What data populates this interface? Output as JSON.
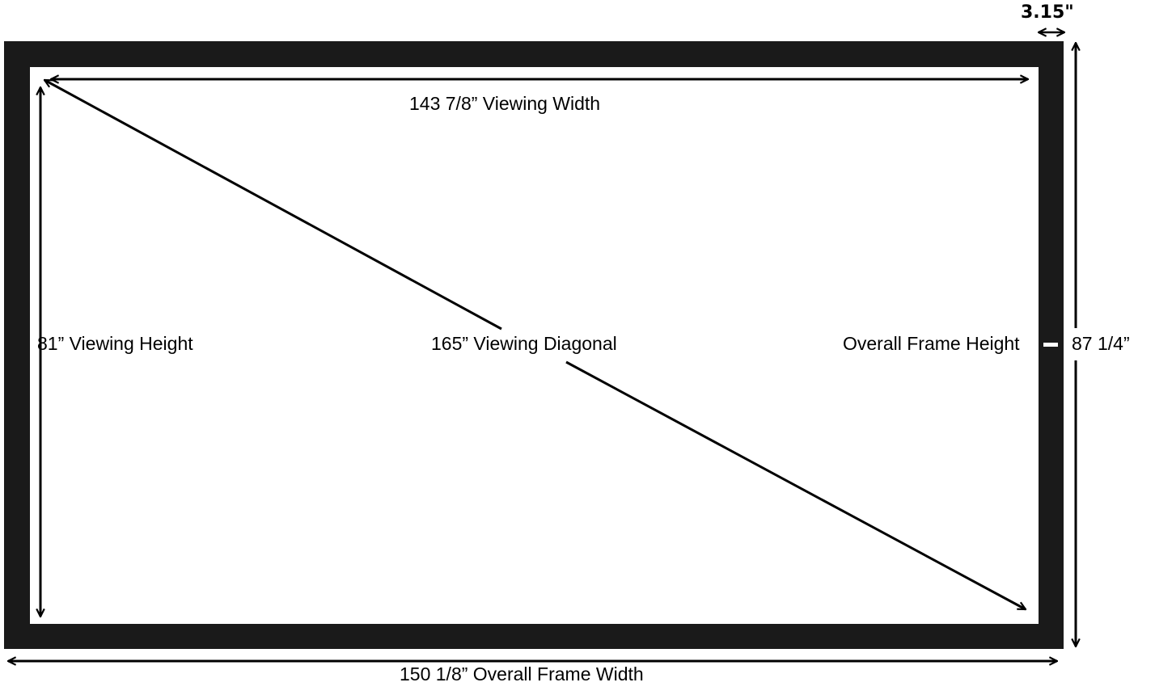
{
  "labels": {
    "frame_border": "3.15\"",
    "viewing_width": "143 7/8” Viewing Width",
    "viewing_height": "81” Viewing Height",
    "viewing_diagonal": "165” Viewing Diagonal",
    "overall_frame_height_label": "Overall Frame Height",
    "overall_frame_height_value": "87 1/4”",
    "overall_frame_width": "150 1/8” Overall Frame Width"
  },
  "colors": {
    "frame": "#1a1a1a",
    "screen": "#ffffff",
    "lines": "#000000",
    "background": "#ffffff"
  }
}
